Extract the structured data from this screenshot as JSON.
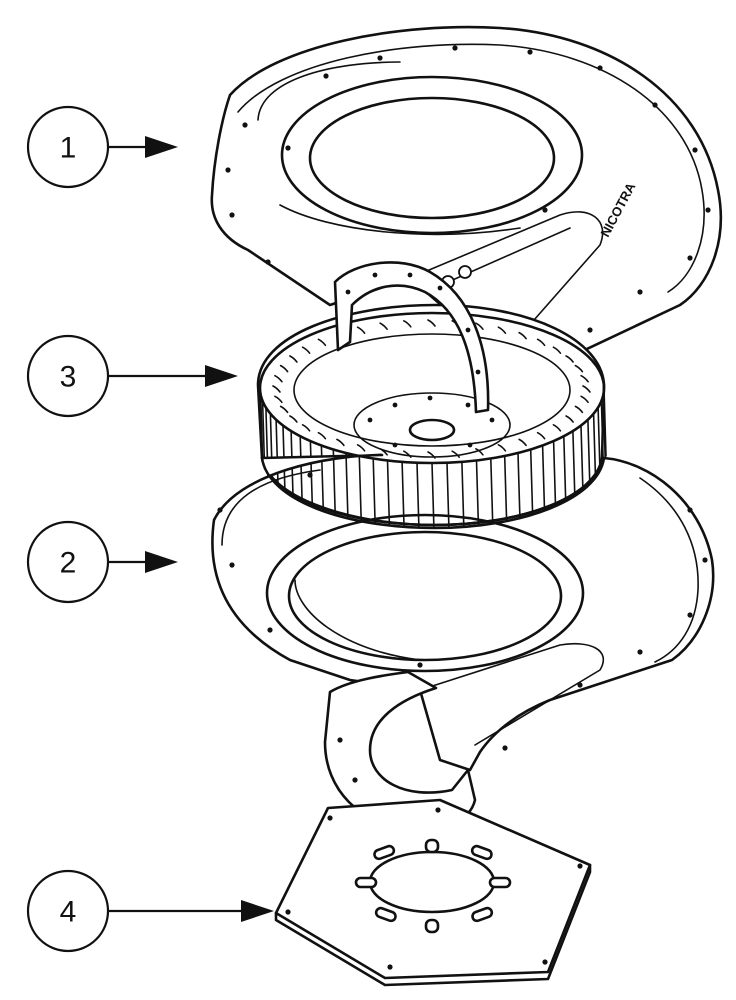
{
  "callouts": [
    {
      "id": "1",
      "label": "1"
    },
    {
      "id": "3",
      "label": "3"
    },
    {
      "id": "2",
      "label": "2"
    },
    {
      "id": "4",
      "label": "4"
    }
  ],
  "housing_brand_text": "NICOTRA"
}
